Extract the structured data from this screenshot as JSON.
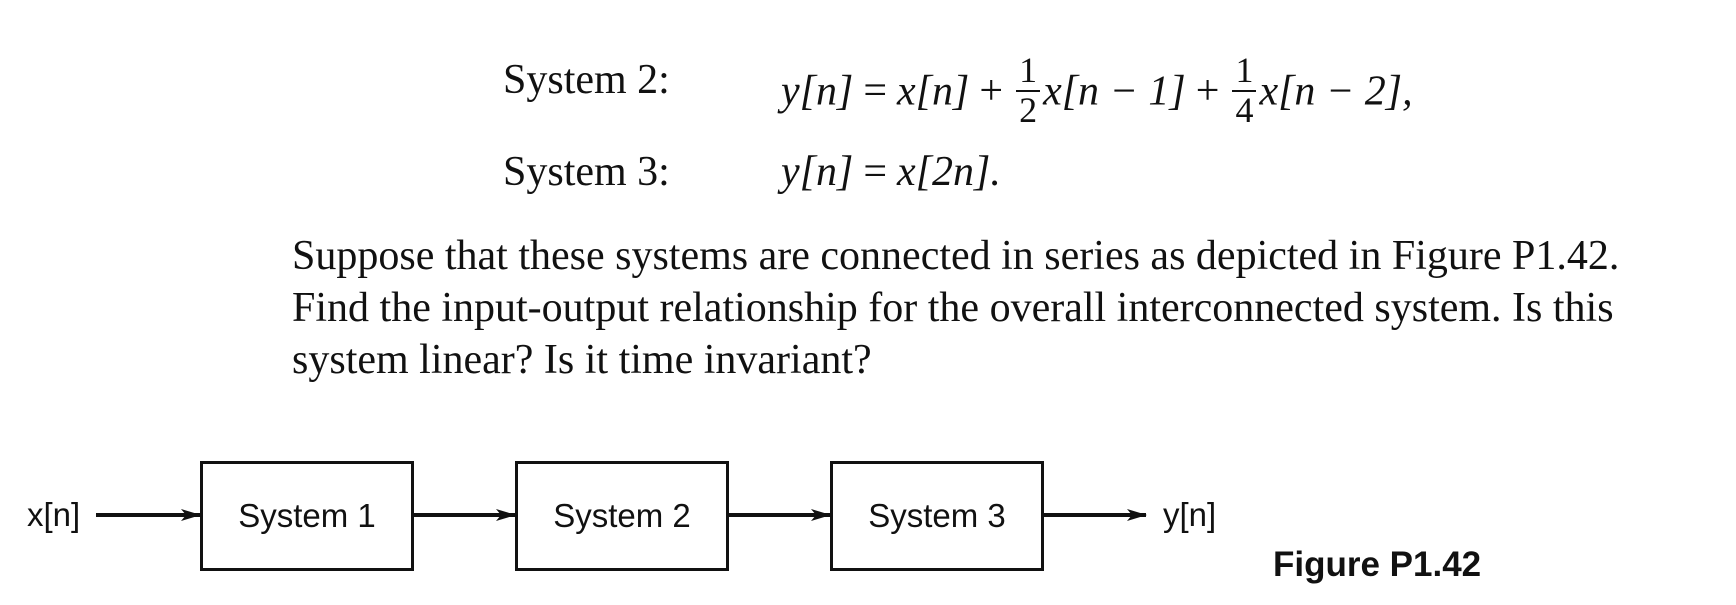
{
  "equations": [
    {
      "label": "System 2:",
      "lhs": "y[n]",
      "eq": "=",
      "t1": "x[n]",
      "plus1": "+",
      "f1_num": "1",
      "f1_den": "2",
      "t2": "x[n − 1]",
      "plus2": "+",
      "f2_num": "1",
      "f2_den": "4",
      "t3": "x[n − 2],"
    },
    {
      "label": "System 3:",
      "lhs": "y[n]",
      "eq": "=",
      "rhs": "x[2n]."
    }
  ],
  "paragraph": {
    "lines": [
      "Suppose that these systems are connected in series as depicted in Figure P1.42.",
      "Find the input-output relationship for the overall interconnected system. Is this",
      "system linear? Is it time invariant?"
    ]
  },
  "figure": {
    "input_label": "x[n]",
    "output_label": "y[n]",
    "blocks": [
      "System 1",
      "System 2",
      "System 3"
    ],
    "caption": "Figure P1.42"
  }
}
